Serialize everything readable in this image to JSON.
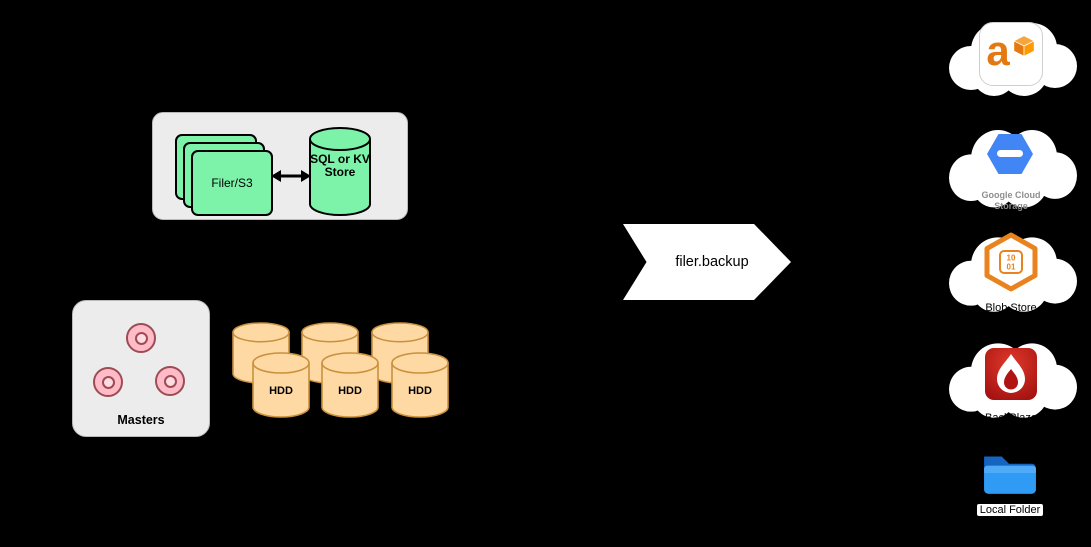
{
  "diagram": {
    "filer_cluster": {
      "filer_label": "Filer/S3",
      "store_label": "SQL or KV Store"
    },
    "master_cluster": {
      "label": "Masters"
    },
    "volume_cluster": {
      "hdds": [
        "HDD",
        "HDD",
        "HDD"
      ]
    },
    "flow": {
      "label": "filer.backup"
    },
    "destinations": {
      "aws_s3": {
        "logo_letter": "a"
      },
      "google_cloud_storage": {
        "caption_line1": "Google Cloud",
        "caption_line2": "Storage"
      },
      "azure_blob": {
        "caption": "Blob Store",
        "glyph_line1": "10",
        "glyph_line2": "01"
      },
      "backblaze": {
        "caption": "BackBlaze"
      },
      "local_folder": {
        "caption": "Local Folder"
      }
    },
    "colors": {
      "background": "#000000",
      "cluster_fill": "#ECECEC",
      "filer_green": "#7DF2A9",
      "hdd_peach": "#FFD9A3",
      "master_pink": "#FFBCC8",
      "arrow_white": "#FFFFFF",
      "aws_orange": "#E47911",
      "gcs_blue": "#4285F4",
      "blob_orange": "#E8831D",
      "backblaze_red": "#B11212",
      "folder_blue": "#2F9BF4"
    }
  }
}
